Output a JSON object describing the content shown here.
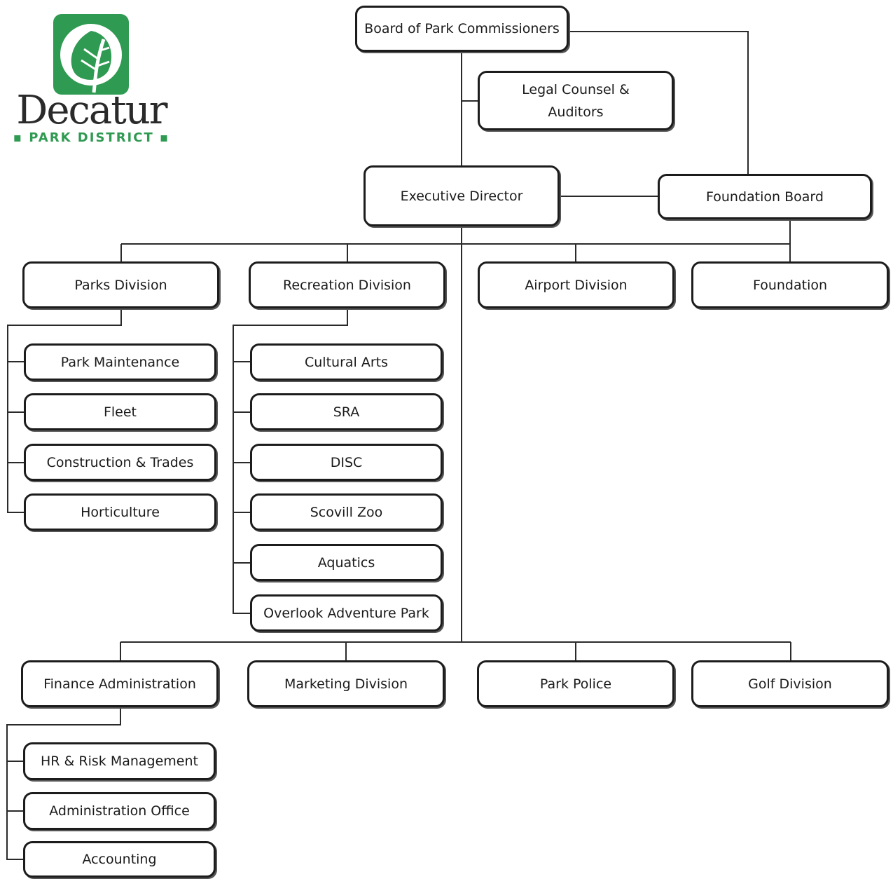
{
  "logo": {
    "word": "Decatur",
    "sub": "▪ PARK DISTRICT ▪",
    "brand_color": "#2f9a52"
  },
  "nodes": {
    "board": "Board of Park Commissioners",
    "legal_l1": "Legal Counsel &",
    "legal_l2": "Auditors",
    "executive": "Executive Director",
    "foundation_board": "Foundation Board",
    "parks": "Parks Division",
    "recreation": "Recreation Division",
    "airport": "Airport Division",
    "foundation": "Foundation",
    "park_maintenance": "Park Maintenance",
    "fleet": "Fleet",
    "construction": "Construction & Trades",
    "horticulture": "Horticulture",
    "cultural_arts": "Cultural Arts",
    "sra": "SRA",
    "disc": "DISC",
    "scovill_zoo": "Scovill Zoo",
    "aquatics": "Aquatics",
    "overlook": "Overlook Adventure Park",
    "finance": "Finance Administration",
    "marketing": "Marketing Division",
    "park_police": "Park Police",
    "golf": "Golf Division",
    "hr": "HR & Risk Management",
    "admin_office": "Administration Office",
    "accounting": "Accounting"
  }
}
